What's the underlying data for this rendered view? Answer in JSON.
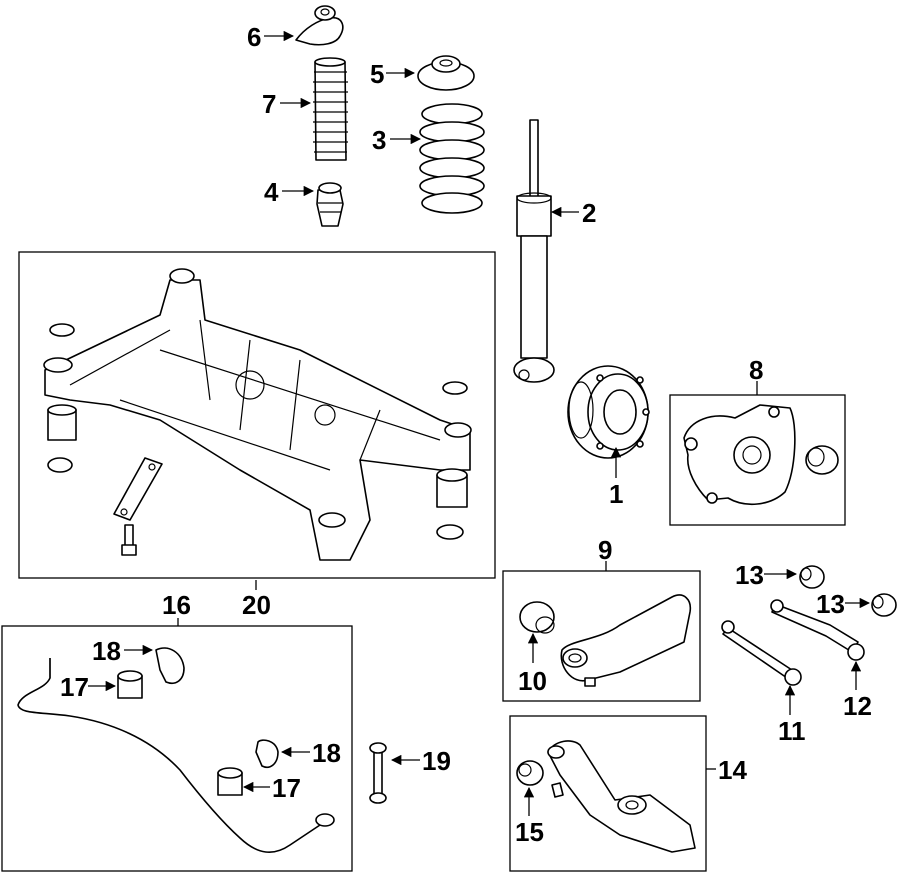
{
  "callouts": {
    "c1": "1",
    "c2": "2",
    "c3": "3",
    "c4": "4",
    "c5": "5",
    "c6": "6",
    "c7": "7",
    "c8": "8",
    "c9": "9",
    "c10": "10",
    "c11": "11",
    "c12": "12",
    "c13a": "13",
    "c13b": "13",
    "c14": "14",
    "c15": "15",
    "c16": "16",
    "c17a": "17",
    "c17b": "17",
    "c18a": "18",
    "c18b": "18",
    "c19": "19",
    "c20": "20"
  }
}
